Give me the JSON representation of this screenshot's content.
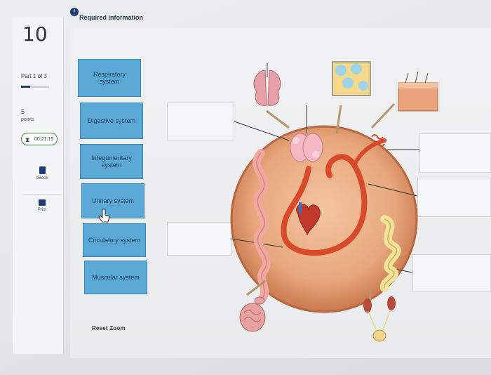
{
  "question": {
    "number": "10"
  },
  "progress": {
    "part_label": "Part 1 of 3",
    "fraction": 0.33
  },
  "points": {
    "value": "5",
    "label": "points"
  },
  "timer": {
    "value": "00:21:15"
  },
  "tools": {
    "ebook": "eBook",
    "print": "Print"
  },
  "header": {
    "badge": "!",
    "title": "Required information"
  },
  "labels": [
    "Respiratory system",
    "Digestive system",
    "Integumentary system",
    "Urinary system",
    "Circulatory system",
    "Muscular system"
  ],
  "reset_zoom": "Reset Zoom",
  "colors": {
    "label_fill": "#5aa8d6",
    "accent": "#1f3c78",
    "timer_border": "#3d8a3d",
    "body_fill": "#e8a77c"
  },
  "icons": [
    "hourglass-icon",
    "ebook-icon",
    "print-icon",
    "cursor-hand-icon"
  ]
}
